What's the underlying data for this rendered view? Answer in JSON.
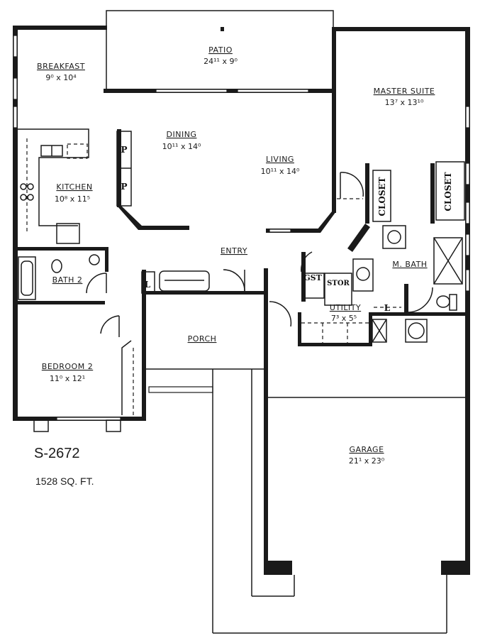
{
  "plan": {
    "model": "S-2672",
    "area": "1528 SQ. FT."
  },
  "rooms": {
    "breakfast": {
      "name": "BREAKFAST",
      "dims": "9⁰ x 10⁴"
    },
    "patio": {
      "name": "PATIO",
      "dims": "24¹¹ x 9⁰"
    },
    "master_suite": {
      "name": "MASTER SUITE",
      "dims": "13⁷ x 13¹⁰"
    },
    "dining": {
      "name": "DINING",
      "dims": "10¹¹ x 14⁰"
    },
    "living": {
      "name": "LIVING",
      "dims": "10¹¹ x 14⁰"
    },
    "kitchen": {
      "name": "KITCHEN",
      "dims": "10⁸ x 11⁵"
    },
    "entry": {
      "name": "ENTRY"
    },
    "m_bath": {
      "name": "M. BATH"
    },
    "bath2": {
      "name": "BATH 2"
    },
    "utility": {
      "name": "UTILITY",
      "dims": "7³ x 5⁵"
    },
    "porch": {
      "name": "PORCH"
    },
    "bedroom2": {
      "name": "BEDROOM 2",
      "dims": "11⁰ x 12¹"
    },
    "garage": {
      "name": "GARAGE",
      "dims": "21¹ x 23⁰"
    }
  },
  "labels": {
    "pantry": "P",
    "closet": "CLOSET",
    "gst": "GST",
    "stor": "STOR",
    "linen": "L"
  }
}
